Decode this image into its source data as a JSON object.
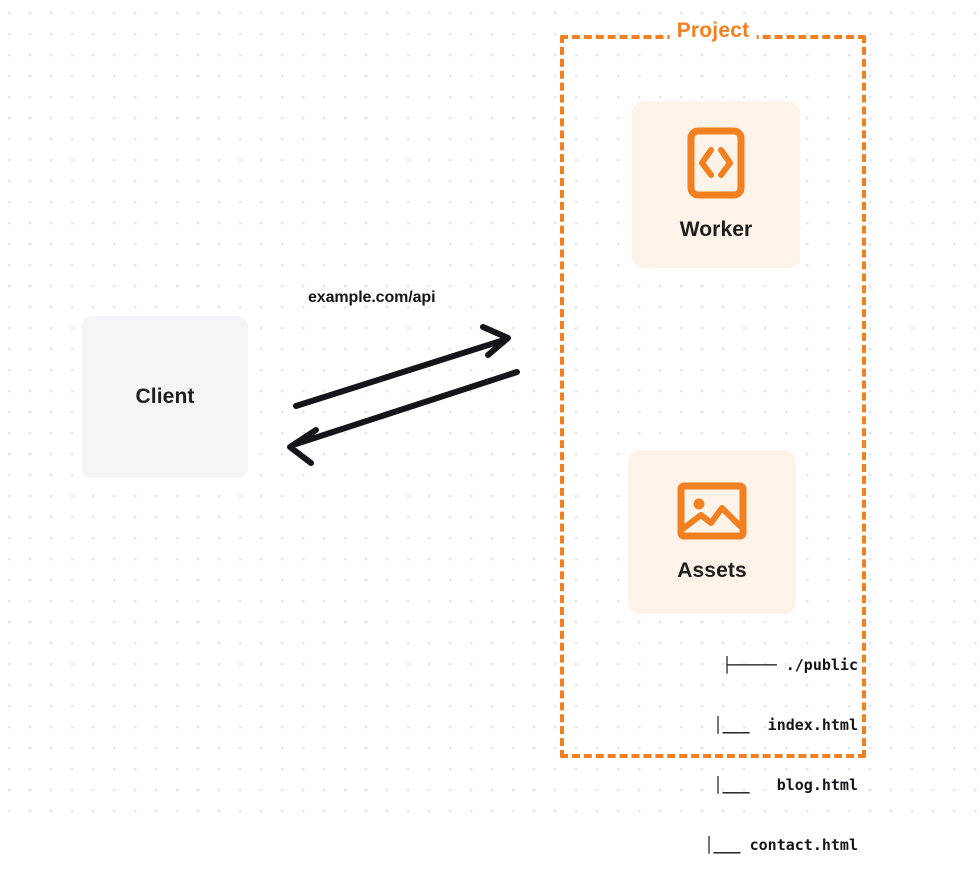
{
  "diagram": {
    "title": "Client to Project Worker and Assets request flow",
    "background": {
      "dot_color": "#e6e6e8",
      "page_color": "#ffffff"
    },
    "colors": {
      "brand_orange": "#f38020",
      "card_fill": "#fdf3e8",
      "client_fill": "#f4f5f7",
      "text_dark": "#1d1d1b",
      "arrow": "#15141a"
    },
    "client": {
      "label": "Client"
    },
    "edge": {
      "label": "example.com/api",
      "request_direction": "client-to-project",
      "response_direction": "project-to-client"
    },
    "project": {
      "title": "Project",
      "nodes": [
        {
          "id": "worker",
          "label": "Worker",
          "icon": "code-brackets-icon"
        },
        {
          "id": "assets",
          "label": "Assets",
          "icon": "image-icon"
        }
      ],
      "file_tree": {
        "lines": [
          "├───── ./public",
          "  │___  index.html",
          "  │___   blog.html",
          "  │___ contact.html"
        ],
        "root": "./public",
        "files": [
          "index.html",
          "blog.html",
          "contact.html"
        ]
      }
    }
  }
}
